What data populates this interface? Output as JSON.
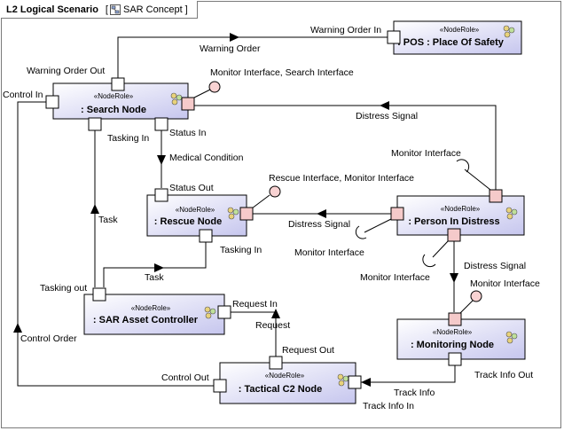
{
  "header": {
    "diagram_title": "L2 Logical Scenario",
    "bracket_open": "[",
    "context": "SAR Concept",
    "bracket_close": "]"
  },
  "stereotype": "«NodeRole»",
  "nodes": {
    "pos": ": POS : Place Of Safety",
    "search": ": Search Node",
    "rescue": ": Rescue Node",
    "person": ": Person In Distress",
    "controller": ": SAR Asset Controller",
    "monitoring": ": Monitoring Node",
    "tactical": ": Tactical C2 Node"
  },
  "labels": {
    "warning_order_in": "Warning Order In",
    "warning_order": "Warning Order",
    "warning_order_out": "Warning Order Out",
    "monitor_search_interface": "Monitor Interface, Search Interface",
    "control_in": "Control In",
    "distress_signal_1": "Distress Signal",
    "tasking_in_1": "Tasking In",
    "status_in": "Status In",
    "medical_condition": "Medical Condition",
    "monitor_interface_1": "Monitor Interface",
    "status_out": "Status Out",
    "rescue_monitor_interface": "Rescue Interface, Monitor Interface",
    "distress_signal_2": "Distress Signal",
    "task_1": "Task",
    "tasking_in_2": "Tasking In",
    "monitor_interface_2": "Monitor Interface",
    "distress_signal_3": "Distress Signal",
    "task_2": "Task",
    "tasking_out": "Tasking out",
    "monitor_interface_3": "Monitor Interface",
    "monitor_interface_4": "Monitor Interface",
    "request_in": "Request In",
    "request": "Request",
    "control_order": "Control Order",
    "request_out": "Request Out",
    "track_info_out": "Track Info Out",
    "control_out": "Control Out",
    "track_info": "Track Info",
    "track_info_in": "Track Info In"
  },
  "colors": {
    "node_fill_start": "#ffffff",
    "node_fill_end": "#c8c8f0",
    "node_border": "#000000",
    "port_fill": "#ffffff",
    "port_pink": "#f5caca",
    "lollipop": "#f8d2d2"
  }
}
